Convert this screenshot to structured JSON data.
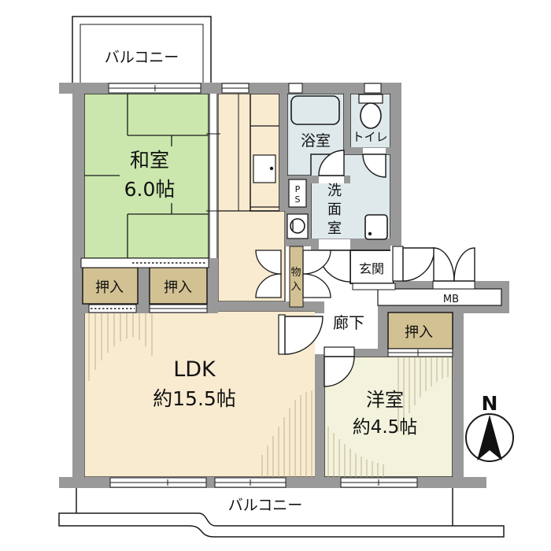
{
  "colors": {
    "wall": "#999999",
    "outline": "#1a1a1a",
    "tatami": "#cbe7ae",
    "ldk": "#f9ebd0",
    "western": "#f3f3dd",
    "closet": "#d2c193",
    "wet": "#dfe9ec",
    "hatch": "#c0b090"
  },
  "labels": {
    "balcony_top": "バルコニー",
    "balcony_bottom": "バルコニー",
    "mb": "MB",
    "compass_north": "N"
  },
  "rooms": {
    "washitsu": {
      "name": "和室",
      "size": "6.0帖"
    },
    "ldk": {
      "name": "LDK",
      "size": "約15.5帖"
    },
    "youshitsu": {
      "name": "洋室",
      "size": "約4.5帖"
    },
    "bath": {
      "name": "浴室"
    },
    "toilet": {
      "name": "トイレ"
    },
    "washroom": {
      "name": "洗面室",
      "chars": [
        "洗",
        "面",
        "室"
      ]
    },
    "genkan": {
      "name": "玄関"
    },
    "rouka": {
      "name": "廊下"
    },
    "closet_left": {
      "name": "押入"
    },
    "closet_mid": {
      "name": "押入"
    },
    "closet_west": {
      "name": "押入"
    },
    "monoire": {
      "name": "物入",
      "chars": [
        "物",
        "入"
      ]
    },
    "ps": {
      "name": "PS",
      "chars": [
        "P",
        "S"
      ]
    }
  }
}
